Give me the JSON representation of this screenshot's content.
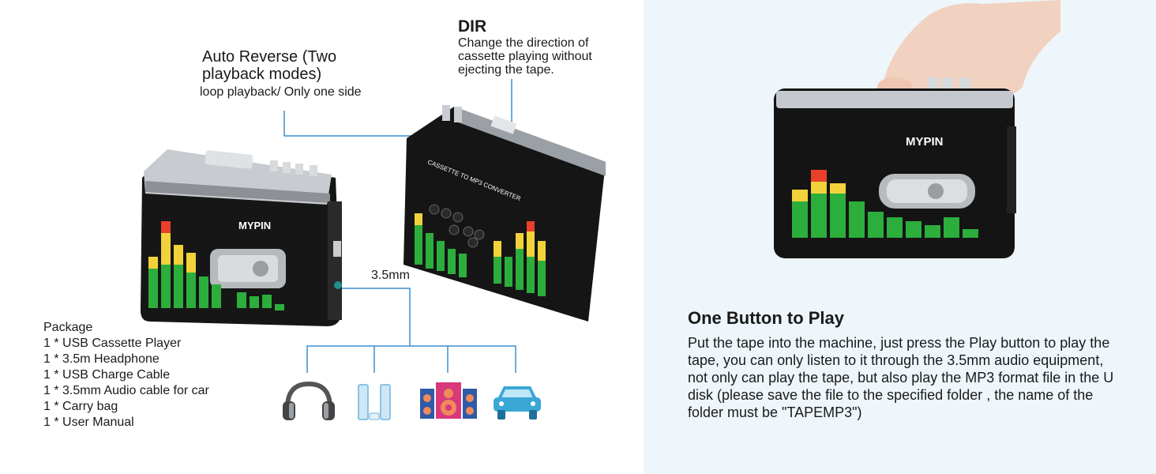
{
  "dir": {
    "title": "DIR",
    "description": "Change the direction of cassette playing without ejecting the tape."
  },
  "auto_reverse": {
    "title": "Auto Reverse (Two playback modes)",
    "description": "loop playback/ Only one side"
  },
  "jack": {
    "label": "3.5mm"
  },
  "device": {
    "brand": "MYPIN",
    "panel_text": "CASSETTE TO MP3 CONVERTER"
  },
  "package": {
    "title": "Package",
    "items": [
      "1 * USB Cassette Player",
      "1 * 3.5m Headphone",
      "1 * USB Charge Cable",
      "1 * 3.5mm Audio cable for car",
      "1 * Carry bag",
      "1 * User Manual"
    ]
  },
  "feature": {
    "title": "One Button to Play",
    "description": "Put the tape into the machine, just press the Play button to play the tape, you can only listen to it through the 3.5mm audio equipment, not only can play the tape, but also play the MP3 format file in the U disk (please save the file to the specified folder , the name of the folder must be \"TAPEMP3\")"
  },
  "icons": [
    "headphones-icon",
    "speaker-tower-icon",
    "stereo-speaker-icon",
    "car-icon"
  ],
  "colors": {
    "right_panel_bg": "#eef6fb",
    "line_blue": "#3b8fd0",
    "eq_green": "#2cae3c",
    "eq_yellow": "#f2d23a",
    "eq_red": "#e8402a"
  }
}
